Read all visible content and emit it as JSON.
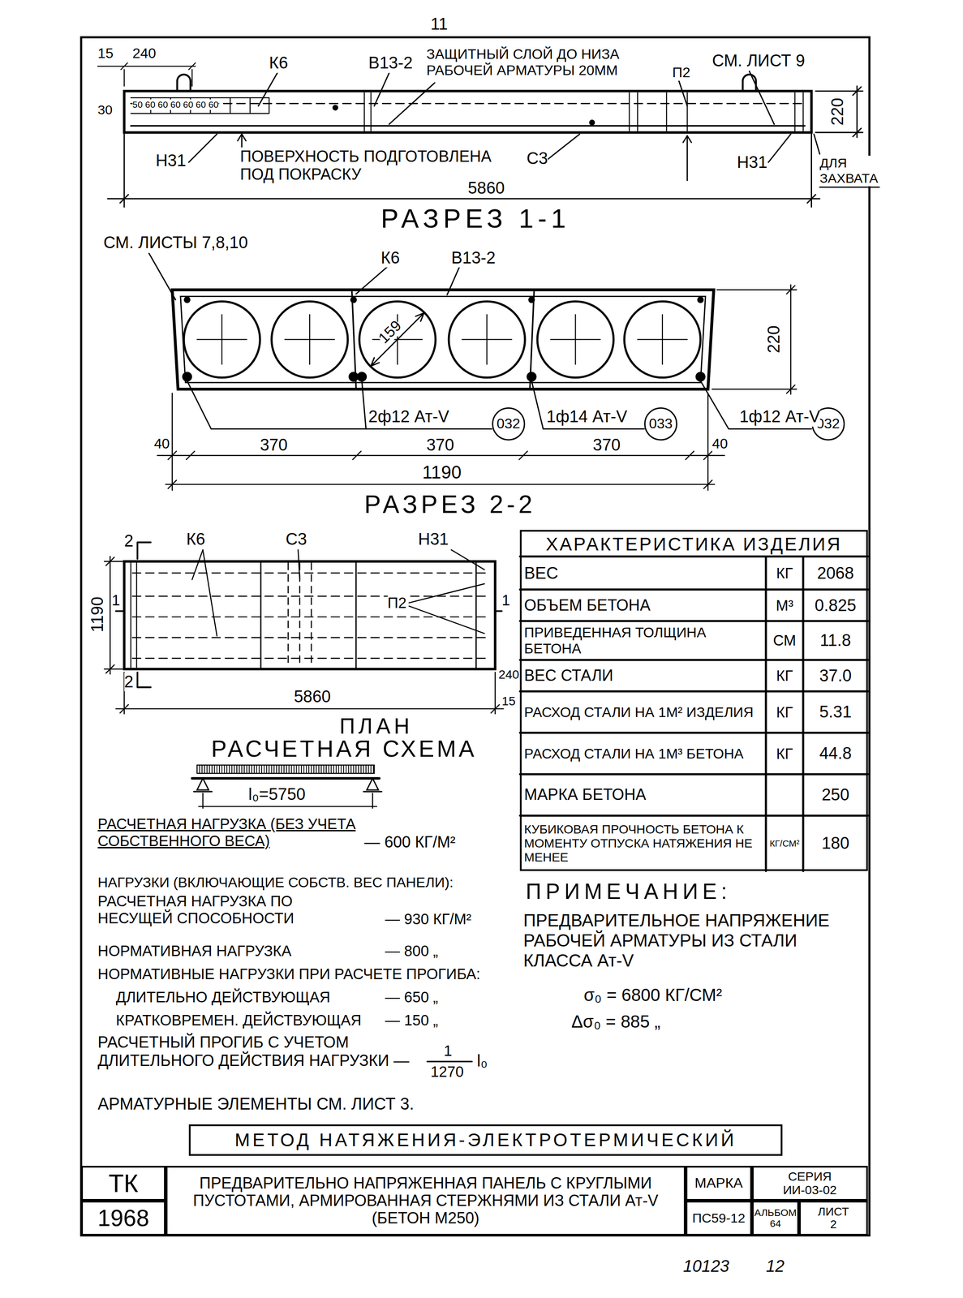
{
  "diagram": {
    "nodes": [
      {
        "text": [
          "032"
        ]
      },
      {
        "text": [
          "033"
        ]
      },
      {
        "text": [
          "032"
        ]
      },
      {
        "text": [
          "ХАРАКТЕРИСТИКА ИЗДЕЛИЯ"
        ]
      },
      {
        "text": [
          "МЕТОД НАТЯЖЕНИЯ-ЭЛЕКТРОТЕРМИЧЕСКИЙ"
        ]
      },
      {
        "text": [
          "ТК"
        ]
      },
      {
        "text": [
          "ПРЕДВАРИТЕЛЬНО НАПРЯЖЕННАЯ ПАНЕЛЬ С КРУГЛЫМИ ПУСТОТАМИ, АРМИРОВАННАЯ СТЕРЖНЯМИ ИЗ СТАЛИ Ат-V (БЕТОН М250)"
        ]
      },
      {
        "text": [
          "МАРКА"
        ]
      },
      {
        "text": [
          "СЕРИЯ",
          "ИИ-03-02"
        ]
      },
      {
        "text": [
          "1968"
        ]
      },
      {
        "text": [
          "ПС59-12"
        ]
      },
      {
        "text": [
          "АЛЬБОМ",
          "64"
        ]
      },
      {
        "text": [
          "ЛИСТ",
          "2"
        ]
      }
    ],
    "labels": [
      "11",
      "15",
      "240",
      "К6",
      "В13-2",
      "ЗАЩИТНЫЙ СЛОЙ ДО НИЗА РАБОЧЕЙ АРМАТУРЫ 20ММ",
      "П2",
      "СМ. ЛИСТ 9",
      "30",
      "50 60 60 60 60 60 60",
      "220",
      "Н31",
      "ПОВЕРХНОСТЬ ПОДГОТОВЛЕНА ПОД ПОКРАСКУ",
      "С3",
      "Н31",
      "ДЛЯ ЗАХВАТА",
      "5860",
      "РАЗРЕЗ 1-1",
      "СМ. ЛИСТЫ 7,8,10",
      "К6",
      "В13-2",
      "159",
      "220",
      "2ф12 Ат-V",
      "1ф14 Ат-V",
      "1ф12 Ат-V",
      "40",
      "370",
      "370",
      "370",
      "40",
      "1190",
      "РАЗРЕЗ 2-2",
      "2",
      "К6",
      "С3",
      "Н31",
      "1190",
      "1",
      "П2",
      "1",
      "2",
      "5860",
      "240",
      "15",
      "ПЛАН",
      "РАСЧЕТНАЯ СХЕМА",
      "l₀=5750",
      "РАСЧЕТНАЯ НАГРУЗКА (БЕЗ УЧЕТА СОБСТВЕННОГО ВЕСА)",
      "— 600 КГ/М²",
      "НАГРУЗКИ (ВКЛЮЧАЮЩИЕ СОБСТВ. ВЕС ПАНЕЛИ):",
      "РАСЧЕТНАЯ НАГРУЗКА ПО НЕСУЩЕЙ СПОСОБНОСТИ",
      "— 930 КГ/М²",
      "НОРМАТИВНАЯ НАГРУЗКА",
      "— 800 „",
      "НОРМАТИВНЫЕ НАГРУЗКИ ПРИ РАСЧЕТЕ ПРОГИБА:",
      "ДЛИТЕЛЬНО ДЕЙСТВУЮЩАЯ",
      "— 650 „",
      "КРАТКОВРЕМЕН. ДЕЙСТВУЮЩАЯ",
      "— 150 „",
      "РАСЧЕТНЫЙ ПРОГИБ С УЧЕТОМ ДЛИТЕЛЬНОГО ДЕЙСТВИЯ НАГРУЗКИ —",
      "1",
      "1270",
      "l₀",
      "АРМАТУРНЫЕ ЭЛЕМЕНТЫ СМ. ЛИСТ 3.",
      "ПРИМЕЧАНИЕ:",
      "ПРЕДВАРИТЕЛЬНОЕ НАПРЯЖЕНИЕ РАБОЧЕЙ АРМАТУРЫ ИЗ СТАЛИ КЛАССА Ат-V",
      "σ₀ = 6800 КГ/СМ²",
      "Δσ₀ = 885 „",
      "ВЕС",
      "КГ",
      "2068",
      "ОБЪЕМ БЕТОНА",
      "М³",
      "0.825",
      "ПРИВЕДЕННАЯ ТОЛЩИНА БЕТОНА",
      "СМ",
      "11.8",
      "ВЕС СТАЛИ",
      "КГ",
      "37.0",
      "РАСХОД СТАЛИ НА 1М² ИЗДЕЛИЯ",
      "КГ",
      "5.31",
      "РАСХОД СТАЛИ НА 1М³ БЕТОНА",
      "КГ",
      "44.8",
      "МАРКА БЕТОНА",
      "250",
      "КУБИКОВАЯ ПРОЧНОСТЬ БЕТОНА К МОМЕНТУ ОТПУСКА НАТЯЖЕНИЯ НЕ МЕНЕЕ",
      "КГ/СМ²",
      "180",
      "10123",
      "12"
    ]
  }
}
